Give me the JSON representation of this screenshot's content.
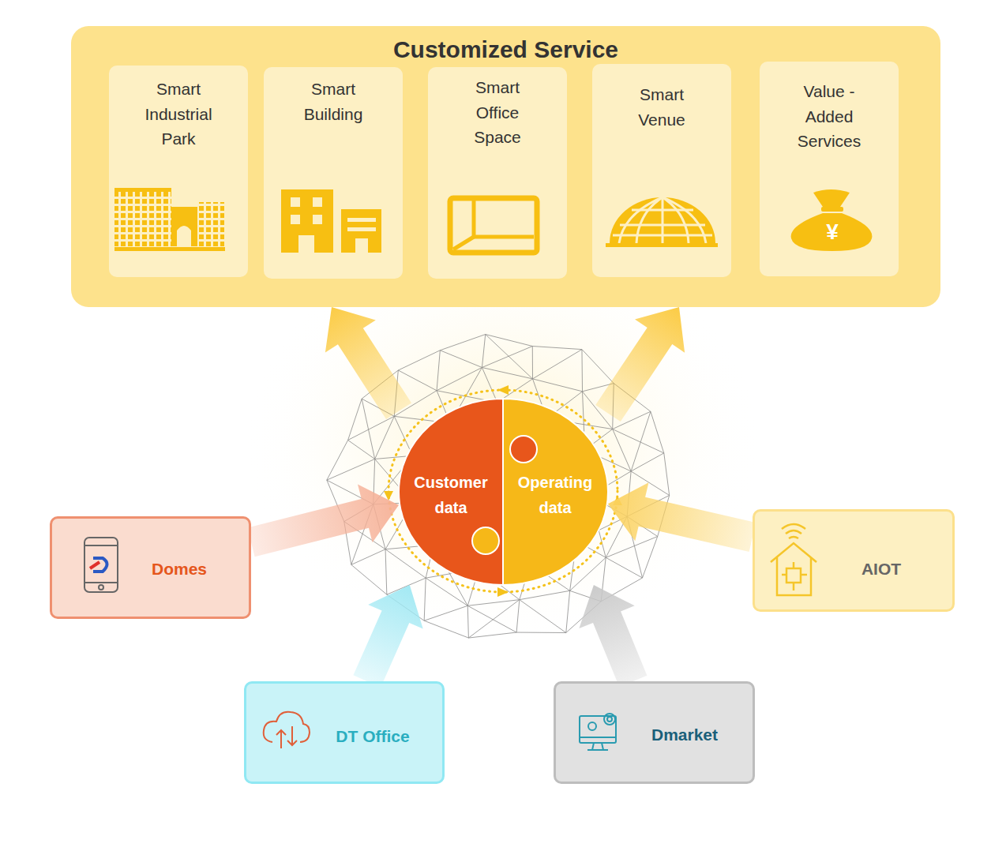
{
  "diagram": {
    "nodes": [
      {
        "text": [
          "Customized Service"
        ]
      },
      {
        "text": [
          "Smart Industrial Park"
        ],
        "in": 0
      },
      {
        "text": [
          "Smart Building"
        ],
        "in": 0
      },
      {
        "text": [
          "Smart Office Space"
        ],
        "in": 0
      },
      {
        "text": [
          "Smart Venue"
        ],
        "in": 0
      },
      {
        "text": [
          "Value -Added Services"
        ],
        "in": 0
      },
      {
        "text": [
          "Customer data"
        ]
      },
      {
        "text": [
          "Operating data"
        ]
      },
      {
        "text": [
          "Domes"
        ]
      },
      {
        "text": [
          "AIOT"
        ]
      },
      {
        "text": [
          "DT Office"
        ]
      },
      {
        "text": [
          "Dmarket"
        ]
      }
    ],
    "edges": [
      {
        "from": 8,
        "to": 6,
        "arrow": "to"
      },
      {
        "from": 10,
        "to": 6,
        "arrow": "to"
      },
      {
        "from": 11,
        "to": 7,
        "arrow": "to"
      },
      {
        "from": 9,
        "to": 7,
        "arrow": "to"
      },
      {
        "from": 6,
        "to": 0,
        "arrow": "to"
      },
      {
        "from": 7,
        "to": 0,
        "arrow": "to"
      }
    ],
    "labels": [
      "¥"
    ]
  }
}
